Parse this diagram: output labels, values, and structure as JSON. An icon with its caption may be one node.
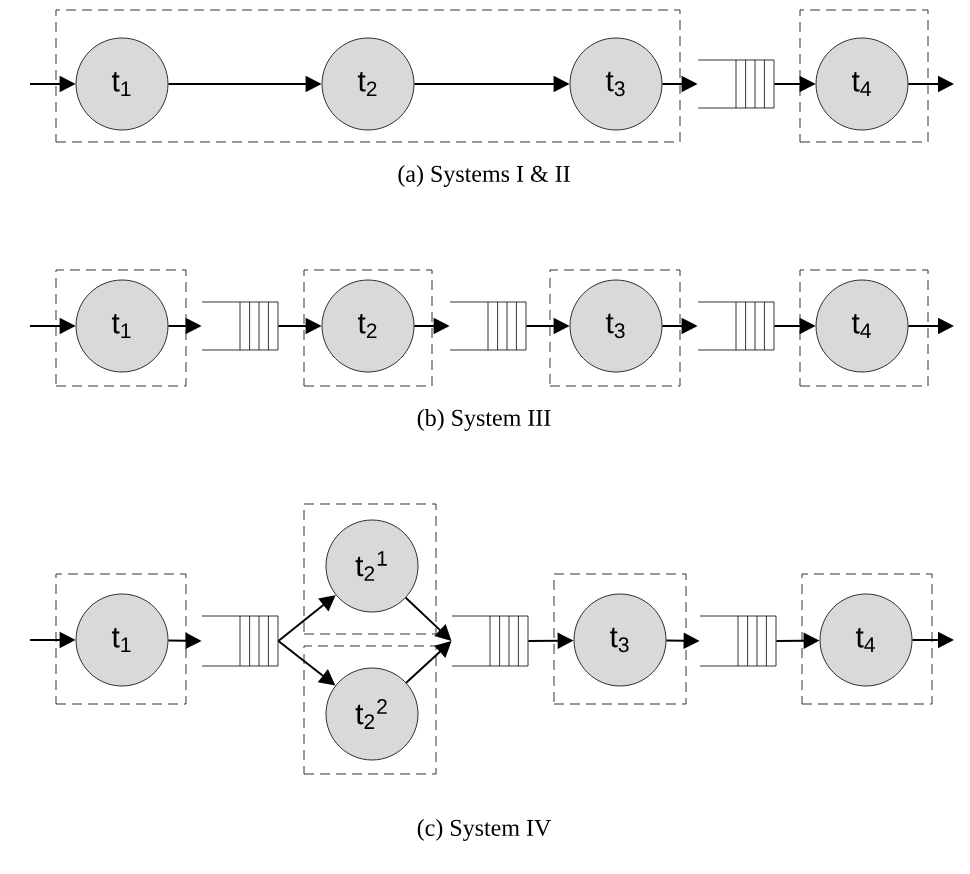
{
  "diagram": {
    "nodes": [
      {
        "text": [],
        "shape": "box"
      },
      {
        "text": [
          "t$_{1}$"
        ],
        "in": 0
      },
      {
        "text": [
          "t$_{2}$"
        ],
        "in": 0
      },
      {
        "text": [
          "t$_{3}$"
        ],
        "in": 0
      },
      {
        "text": [],
        "shape": "queue"
      },
      {
        "text": [],
        "shape": "box"
      },
      {
        "text": [
          "t$_{4}$"
        ],
        "in": 5
      },
      {
        "text": [],
        "shape": "box"
      },
      {
        "text": [
          "t$_{1}$"
        ],
        "in": 7
      },
      {
        "text": [],
        "shape": "queue"
      },
      {
        "text": [],
        "shape": "box"
      },
      {
        "text": [
          "t$_{2}$"
        ],
        "in": 10
      },
      {
        "text": [],
        "shape": "queue"
      },
      {
        "text": [],
        "shape": "box"
      },
      {
        "text": [
          "t$_{3}$"
        ],
        "in": 13
      },
      {
        "text": [],
        "shape": "queue"
      },
      {
        "text": [],
        "shape": "box"
      },
      {
        "text": [
          "t$_{4}$"
        ],
        "in": 16
      },
      {
        "text": [],
        "shape": "box"
      },
      {
        "text": [
          "t$_{1}$"
        ],
        "in": 18
      },
      {
        "text": [],
        "shape": "queue"
      },
      {
        "text": [],
        "shape": "box"
      },
      {
        "text": [
          "t$_{2}$$^{1}$"
        ],
        "in": 21
      },
      {
        "text": [],
        "shape": "box"
      },
      {
        "text": [
          "t$_{2}$$^{2}$"
        ],
        "in": 23
      },
      {
        "text": [],
        "shape": "queue"
      },
      {
        "text": [],
        "shape": "box"
      },
      {
        "text": [
          "t$_{3}$"
        ],
        "in": 26
      },
      {
        "text": [],
        "shape": "queue"
      },
      {
        "text": [],
        "shape": "box"
      },
      {
        "text": [
          "t$_{4}$"
        ],
        "in": 29
      }
    ],
    "edges": [
      {
        "from": null,
        "to": 1,
        "arrow": "to"
      },
      {
        "from": 1,
        "to": 2,
        "arrow": "to"
      },
      {
        "from": 2,
        "to": 3,
        "arrow": "to"
      },
      {
        "from": 3,
        "to": 4,
        "arrow": "to"
      },
      {
        "from": 4,
        "to": 6,
        "arrow": "to"
      },
      {
        "from": 6,
        "to": null,
        "arrow": "to"
      },
      {
        "from": null,
        "to": 8,
        "arrow": "to"
      },
      {
        "from": 8,
        "to": 9,
        "arrow": "to"
      },
      {
        "from": 9,
        "to": 11,
        "arrow": "to"
      },
      {
        "from": 11,
        "to": 12,
        "arrow": "to"
      },
      {
        "from": 12,
        "to": 14,
        "arrow": "to"
      },
      {
        "from": 14,
        "to": 15,
        "arrow": "to"
      },
      {
        "from": 15,
        "to": 17,
        "arrow": "to"
      },
      {
        "from": 17,
        "to": null,
        "arrow": "to"
      },
      {
        "from": null,
        "to": 19,
        "arrow": "to"
      },
      {
        "from": 19,
        "to": 20,
        "arrow": "to"
      },
      {
        "from": 20,
        "to": 22,
        "arrow": "to"
      },
      {
        "from": 20,
        "to": 24,
        "arrow": "to"
      },
      {
        "from": 22,
        "to": 25,
        "arrow": "to"
      },
      {
        "from": 24,
        "to": 25,
        "arrow": "to"
      },
      {
        "from": 25,
        "to": 27,
        "arrow": "to"
      },
      {
        "from": 27,
        "to": 28,
        "arrow": "to"
      },
      {
        "from": 28,
        "to": 30,
        "arrow": "to"
      },
      {
        "from": 30,
        "to": null,
        "arrow": "to"
      }
    ],
    "labels": [
      "(a) Systems I & II",
      "(b) System III",
      "(c) System IV"
    ]
  }
}
